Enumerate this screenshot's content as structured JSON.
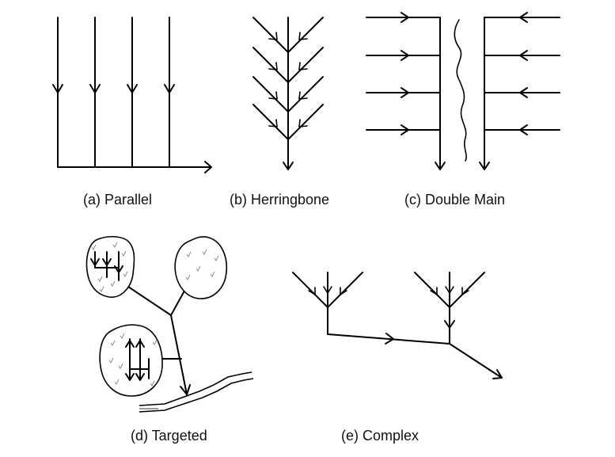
{
  "captions": {
    "parallel": "(a) Parallel",
    "herringbone": "(b) Herringbone",
    "double_main": "(c) Double Main",
    "targeted": "(d) Targeted",
    "complex": "(e) Complex"
  },
  "colors": {
    "line": "#000000",
    "background": "#ffffff",
    "stream_edge": "#9a9a9a",
    "vegetation_marks": "#8c8c8c"
  }
}
